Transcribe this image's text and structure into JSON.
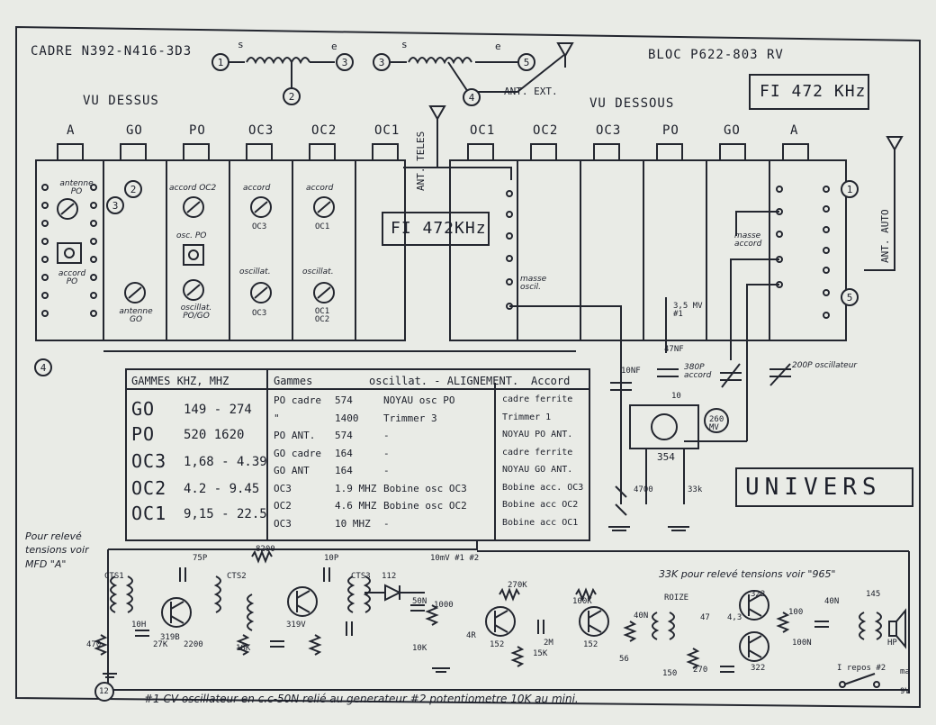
{
  "header": {
    "cadre": "CADRE N392-N416-3D3",
    "bloc": "BLOC P622-803 RV",
    "fi_box": "FI 472 KHz",
    "fi_inner": "FI 472KHz",
    "vu_dessus": "VU DESSUS",
    "vu_dessous": "VU DESSOUS",
    "ant_ext": "ANT. EXT.",
    "ant_teles": "ANT. TELES",
    "ant_auto": "ANT. AUTO",
    "brand": "UNIVERS"
  },
  "coil_nodes": [
    "1",
    "3",
    "3",
    "5",
    "2",
    "4"
  ],
  "coil_marks": [
    "s",
    "e",
    "s",
    "e"
  ],
  "top_tabs": [
    "A",
    "GO",
    "PO",
    "OC3",
    "OC2",
    "OC1"
  ],
  "bottom_tabs": [
    "OC1",
    "OC2",
    "OC3",
    "PO",
    "GO",
    "A"
  ],
  "top_labels": {
    "antenne_po": "antenne PO",
    "accord_oc2": "accord OC2",
    "accord": "accord",
    "oc3": "OC3",
    "oc1": "OC1",
    "osc_po": "osc. PO",
    "accord_po": "accord PO",
    "antenne_go": "antenne GO",
    "oscillat_po_go": "oscillat. PO/GO",
    "oscillat": "oscillat.",
    "oscillat_oc3": "OC3",
    "oc1_oc2": "OC1 OC2"
  },
  "bottom_labels": {
    "masse_oscil": "masse oscil.",
    "masse_accord": "masse accord",
    "v35": "3,5 MV #1",
    "c10n": "10NF",
    "c47n": "47NF",
    "c380": "380P accord",
    "c200": "200P oscillateur",
    "r10": "10",
    "tr354": "354",
    "m260": "260 MV",
    "r4700": "4700",
    "r33k": "33k"
  },
  "table": {
    "head_left": "GAMMES KHZ, MHZ",
    "head_gammes": "Gammes",
    "head_osc": "oscillat. - ALIGNEMENT.",
    "head_accord": "Accord",
    "rows_left": [
      {
        "band": "GO",
        "range": "149 - 274"
      },
      {
        "band": "PO",
        "range": "520 1620"
      },
      {
        "band": "OC3",
        "range": "1,68 - 4.39"
      },
      {
        "band": "OC2",
        "range": "4.2 - 9.45"
      },
      {
        "band": "OC1",
        "range": "9,15 - 22.5"
      }
    ],
    "rows_right": [
      {
        "g": "PO cadre",
        "f": "574",
        "o": "NOYAU osc PO",
        "a": "cadre ferrite"
      },
      {
        "g": "\"",
        "f": "1400",
        "o": "Trimmer 3",
        "a": "Trimmer 1"
      },
      {
        "g": "PO ANT.",
        "f": "574",
        "o": "-",
        "a": "NOYAU PO ANT."
      },
      {
        "g": "GO cadre",
        "f": "164",
        "o": "-",
        "a": "cadre ferrite"
      },
      {
        "g": "GO ANT",
        "f": "164",
        "o": "-",
        "a": "NOYAU GO ANT."
      },
      {
        "g": "OC3",
        "f": "1.9 MHZ",
        "o": "Bobine osc OC3",
        "a": "Bobine acc. OC3"
      },
      {
        "g": "OC2",
        "f": "4.6 MHZ",
        "o": "Bobine osc OC2",
        "a": "Bobine acc OC2"
      },
      {
        "g": "OC3",
        "f": "10 MHZ",
        "o": "-",
        "a": "Bobine acc OC1"
      }
    ]
  },
  "left_note": "Pour relevé tensions voir MFD \"A\"",
  "right_note": "33K pour relevé tensions voir \"965\"",
  "components": {
    "cts1a": "CTS1",
    "c75p": "75P",
    "r8200": "8200",
    "c10p": "10P",
    "cts2": "CTS2",
    "cts3": "CTS3",
    "d112": "112",
    "v10mv": "10mV #1 #2",
    "c50n": "50N",
    "r1000": "1000",
    "t319b": "319B",
    "t319v": "319V",
    "c10h": "10H",
    "r470": "470",
    "r27k": "27K",
    "r18k": "18K",
    "r2200": "2200",
    "r270k": "270K",
    "t152a": "152",
    "t152b": "152",
    "c2m": "2M",
    "r15k": "15K",
    "r56": "56",
    "r100k": "100K",
    "c40n": "40N",
    "roize": "ROIZE",
    "t322a": "322",
    "t322b": "322",
    "r47": "47",
    "r43": "4,3",
    "r100": "100",
    "c100n": "100N",
    "r150": "150",
    "r270": "270",
    "c40n2": "40N",
    "t145": "145",
    "hp": "HP",
    "repos": "I repos #2",
    "r10k": "10K",
    "s4r": "4R"
  },
  "footnote": "#1 CV oscillateur en c.c-50N relié au generateur #2 potentiometre 10K au mini.",
  "corner_nums": [
    "12",
    "ma",
    "9V"
  ]
}
